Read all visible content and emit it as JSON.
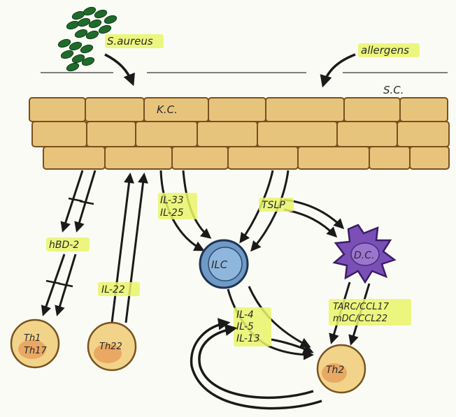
{
  "labels": {
    "s_aureus": "S.aureus",
    "allergens": "allergens",
    "sc": "S.C.",
    "kc": "K.C.",
    "il33": "IL-33",
    "il25": "IL-25",
    "tslp": "TSLP",
    "hbd2": "hBD-2",
    "il22": "IL-22",
    "ilc": "ILC",
    "dc": "D.C.",
    "il4": "IL-4",
    "il5": "IL-5",
    "il13": "IL-13",
    "tarc": "TARC/CCL17",
    "mdc": "mDC/CCL22",
    "th1": "Th1",
    "th17": "Th17",
    "th22": "Th22",
    "th2": "Th2"
  },
  "colors": {
    "background": "#fbfbf5",
    "keratinocyte_fill": "#e7c47c",
    "keratinocyte_stroke": "#7a4f1e",
    "bacteria": "#1f6b2c",
    "ilc_fill": "#6f99c6",
    "dc_fill": "#7a4fb6",
    "tcell_fill": "#f1d48a",
    "tcell_nucleus": "#e69a55",
    "highlight": "#e9f56a",
    "arrow": "#1a1a1a"
  }
}
